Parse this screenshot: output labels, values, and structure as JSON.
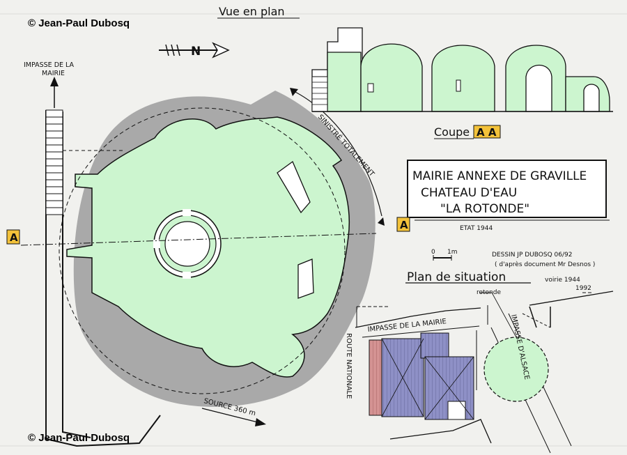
{
  "copyright_top": "© Jean-Paul Dubosq",
  "copyright_bottom": "© Jean-Paul Dubosq",
  "vue_en_plan": "Vue en plan",
  "north": "N",
  "impasse_mairie_v": [
    "IMPASSE DE LA",
    "MAIRIE"
  ],
  "coupe_label": "Coupe",
  "coupe_marker": "A A",
  "section_marker_left": "A",
  "section_marker_right": "A",
  "sinistre": "SINISTRÉ TOTALEMENT",
  "title_box": {
    "line1": "MAIRIE ANNEXE DE GRAVILLE",
    "line2": "CHATEAU D'EAU",
    "line3": "\"LA ROTONDE\""
  },
  "etat": "ETAT 1944",
  "scale": {
    "zero": "0",
    "one": "1m"
  },
  "dessin": "DESSIN JP DUBOSQ 06/92",
  "dessin_note": "( d'après document Mr Desnos )",
  "plan_situation": "Plan de situation",
  "voirie_1944": "voirie 1944",
  "voirie_1992": "1992",
  "rotonde_label": "rotonde",
  "impasse_mairie_h": "IMPASSE DE LA MAIRIE",
  "impasse_alsace": "IMPASSE D'ALSACE",
  "route_nationale": "ROUTE NATIONALE",
  "source": "SOURCE 360 m",
  "colors": {
    "mint": "#ccf5cf",
    "gray": "#a9a9a9",
    "yellow": "#f3c23a",
    "blue": "#8e90c6",
    "red": "#cf8a8a"
  }
}
